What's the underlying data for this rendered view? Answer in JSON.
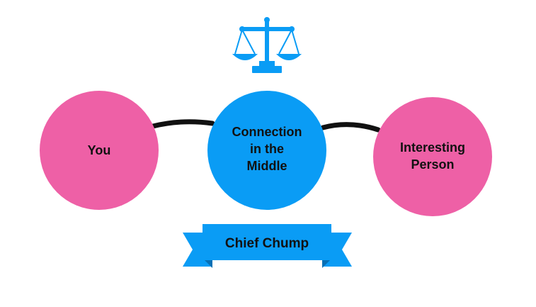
{
  "colors": {
    "person_node": "#EE60A6",
    "middle_node": "#0A9CF5",
    "connector": "#111111",
    "ribbon": "#0A9CF5",
    "ribbon_fold": "#0770B5",
    "scales_icon": "#0A9CF5"
  },
  "icon": "balance-scales-icon",
  "nodes": {
    "you": {
      "lines": [
        "You"
      ]
    },
    "middle": {
      "lines": [
        "Connection",
        "in the",
        "Middle"
      ]
    },
    "interesting": {
      "lines": [
        "Interesting",
        "Person"
      ]
    }
  },
  "banner": {
    "label": "Chief Chump"
  }
}
